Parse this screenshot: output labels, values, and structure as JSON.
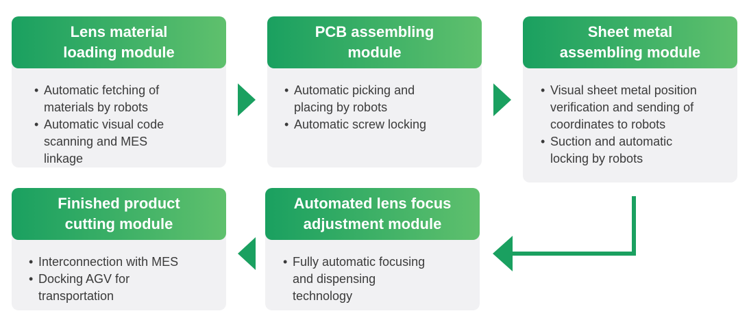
{
  "colors": {
    "header_gradient_start": "#1aa060",
    "header_gradient_end": "#5fc06d",
    "card_background": "#f1f1f3",
    "arrow": "#1aa060",
    "body_text": "#3a3a3a"
  },
  "modules": [
    {
      "title_lines": [
        "Lens material",
        "loading module"
      ],
      "bullets": [
        {
          "lines": [
            "Automatic fetching of",
            "materials by robots"
          ]
        },
        {
          "lines": [
            "Automatic visual code",
            "scanning and MES",
            "linkage"
          ]
        }
      ]
    },
    {
      "title_lines": [
        "PCB assembling",
        "module"
      ],
      "bullets": [
        {
          "lines": [
            "Automatic picking and",
            "placing by robots"
          ]
        },
        {
          "lines": [
            "Automatic screw locking"
          ]
        }
      ]
    },
    {
      "title_lines": [
        "Sheet metal",
        "assembling module"
      ],
      "bullets": [
        {
          "lines": [
            "Visual sheet metal position",
            "verification and sending of",
            "coordinates to robots"
          ]
        },
        {
          "lines": [
            "Suction and automatic",
            "locking by robots"
          ]
        }
      ]
    },
    {
      "title_lines": [
        "Automated lens focus",
        "adjustment module"
      ],
      "bullets": [
        {
          "lines": [
            "Fully automatic focusing",
            "and dispensing",
            "technology"
          ]
        }
      ]
    },
    {
      "title_lines": [
        "Finished product",
        "cutting module"
      ],
      "bullets": [
        {
          "lines": [
            "Interconnection with MES"
          ]
        },
        {
          "lines": [
            "Docking AGV for",
            "transportation"
          ]
        }
      ]
    }
  ]
}
